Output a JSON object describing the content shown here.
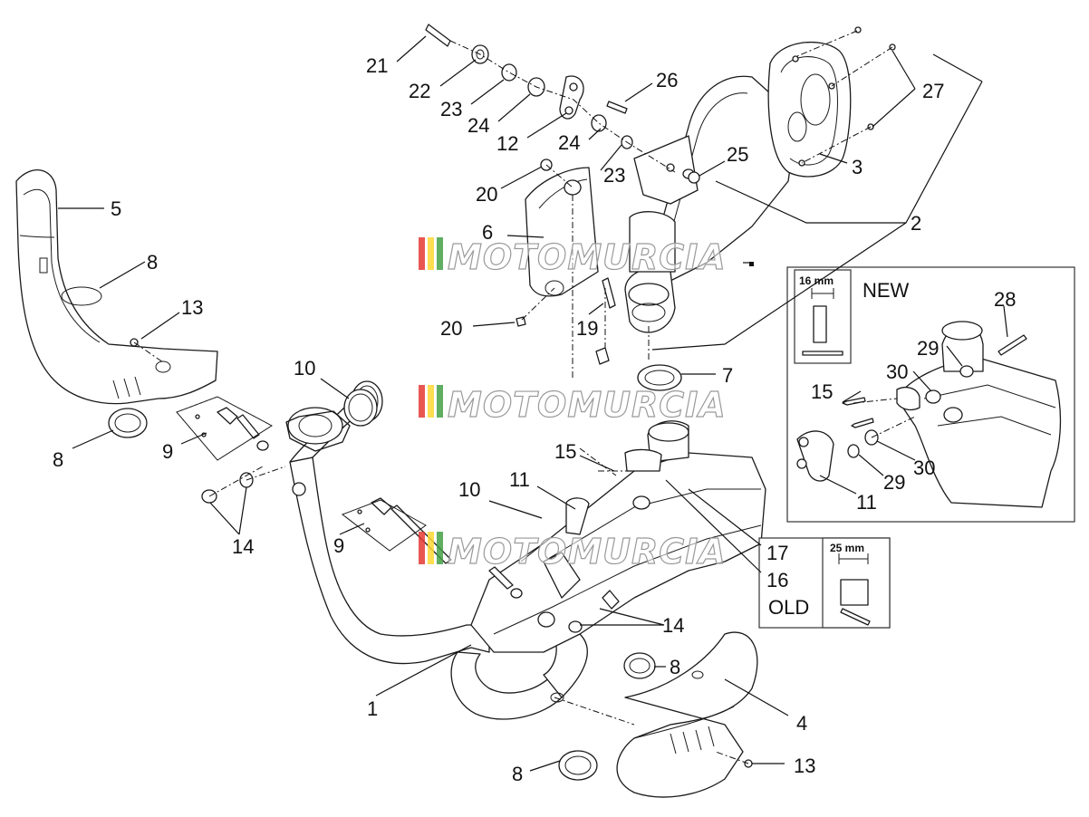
{
  "diagram": {
    "callouts": {
      "c1": "1",
      "c2": "2",
      "c3": "3",
      "c4": "4",
      "c5": "5",
      "c6": "6",
      "c7": "7",
      "c8a": "8",
      "c8b": "8",
      "c8c": "8",
      "c8d": "8",
      "c9a": "9",
      "c9b": "9",
      "c10a": "10",
      "c10b": "10",
      "c11a": "11",
      "c11b": "11",
      "c12": "12",
      "c13a": "13",
      "c13b": "13",
      "c14a": "14",
      "c14b": "14",
      "c15a": "15",
      "c15b": "15",
      "c16": "16",
      "c17": "17",
      "c19": "19",
      "c20a": "20",
      "c20b": "20",
      "c21": "21",
      "c22": "22",
      "c23a": "23",
      "c23b": "23",
      "c24a": "24",
      "c24b": "24",
      "c25": "25",
      "c26": "26",
      "c27": "27",
      "c28": "28",
      "c29a": "29",
      "c29b": "29",
      "c30a": "30",
      "c30b": "30"
    },
    "new_box": {
      "label": "NEW",
      "dimension": "16 mm"
    },
    "old_box": {
      "label": "OLD",
      "dimension": "25 mm"
    },
    "watermark": {
      "text": "MOTOMURCIA",
      "stripe_colors": [
        "#e53935",
        "#fdd835",
        "#43a047"
      ]
    }
  }
}
